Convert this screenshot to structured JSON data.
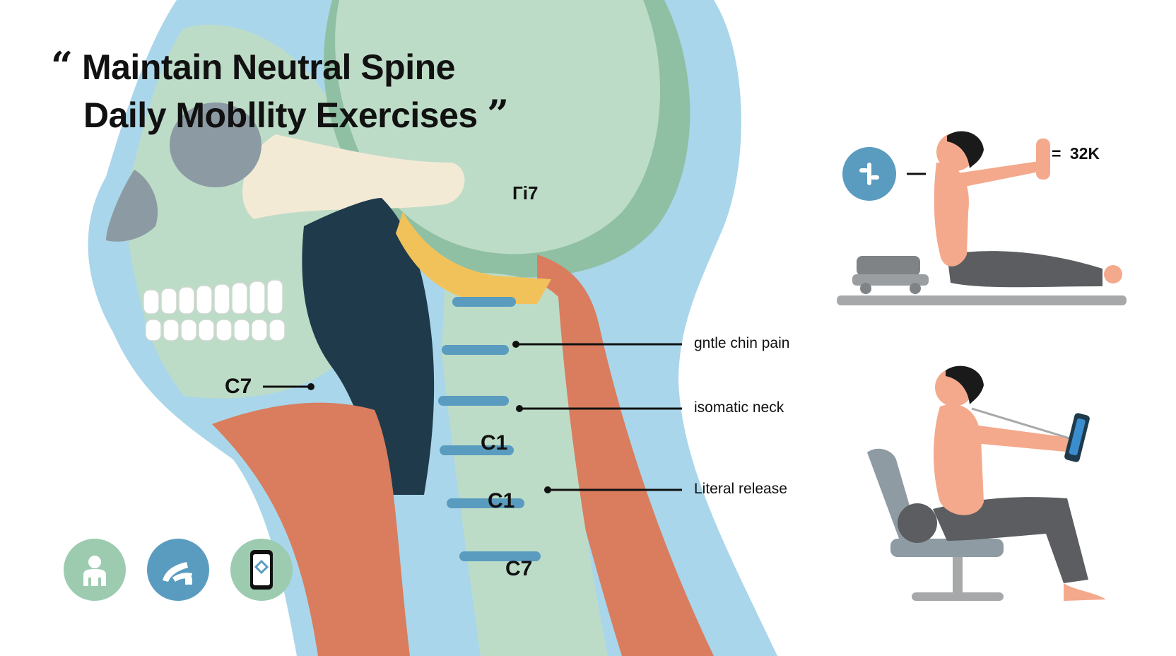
{
  "title": {
    "open_quote": "“",
    "line1": "Maintain Neutral Spine",
    "line2": "Daily Mobllity Exercises",
    "close_quote": "”"
  },
  "skull_label": "Гi7",
  "vertebra_labels": [
    "C7",
    "C1",
    "C1",
    "C7"
  ],
  "callouts": [
    "gntle chin pain",
    "isomatic neck",
    "Literal release"
  ],
  "counter": {
    "prefix": "=",
    "value": "32K"
  },
  "bottom_icons": [
    {
      "name": "person-icon",
      "color": "#9ccbb0"
    },
    {
      "name": "stretch-icon",
      "color": "#5a9cc0"
    },
    {
      "name": "phone-icon",
      "color": "#9ccbb0"
    }
  ],
  "colors": {
    "skin_outline": "#a9d6ea",
    "bone": "#bddcc7",
    "muscle": "#d97d5e",
    "disc": "#5a9cc0",
    "accent_yellow": "#f2c25a",
    "dark": "#1f3a4a"
  }
}
